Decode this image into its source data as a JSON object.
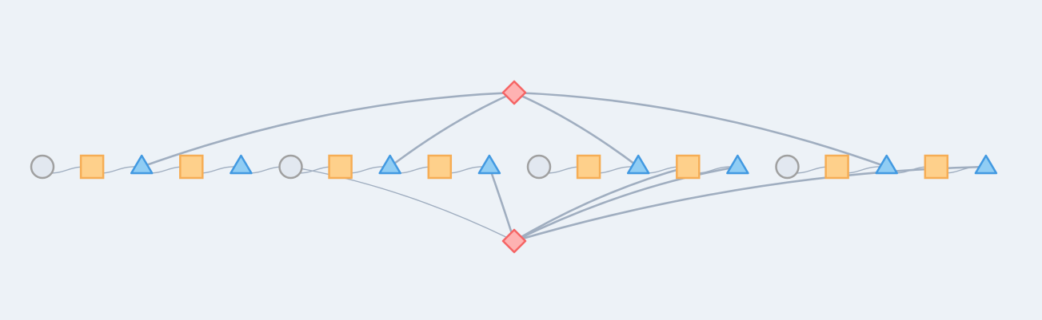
{
  "diagram": {
    "colors": {
      "background": "#edf2f7",
      "edge": "#a0aec0",
      "circle_fill": "#e2e8f0",
      "circle_stroke": "#a0a0a0",
      "square_fill": "#fed08b",
      "square_stroke": "#f6ad55",
      "triangle_fill": "#90cdf4",
      "triangle_stroke": "#4299e1",
      "diamond_fill": "#feb2b2",
      "diamond_stroke": "#f56565"
    },
    "chain_nodes": [
      {
        "id": "c1",
        "shape": "circle"
      },
      {
        "id": "s1",
        "shape": "square"
      },
      {
        "id": "t1",
        "shape": "triangle"
      },
      {
        "id": "s2",
        "shape": "square"
      },
      {
        "id": "t2",
        "shape": "triangle"
      },
      {
        "id": "c2",
        "shape": "circle"
      },
      {
        "id": "s3",
        "shape": "square"
      },
      {
        "id": "t3",
        "shape": "triangle"
      },
      {
        "id": "s4",
        "shape": "square"
      },
      {
        "id": "t4",
        "shape": "triangle"
      },
      {
        "id": "c3",
        "shape": "circle"
      },
      {
        "id": "s5",
        "shape": "square"
      },
      {
        "id": "t5",
        "shape": "triangle"
      },
      {
        "id": "s6",
        "shape": "square"
      },
      {
        "id": "t6",
        "shape": "triangle"
      },
      {
        "id": "c4",
        "shape": "circle"
      },
      {
        "id": "s7",
        "shape": "square"
      },
      {
        "id": "t7",
        "shape": "triangle"
      },
      {
        "id": "s8",
        "shape": "square"
      },
      {
        "id": "t8",
        "shape": "triangle"
      }
    ],
    "hub_nodes": [
      {
        "id": "top",
        "shape": "diamond"
      },
      {
        "id": "bottom",
        "shape": "diamond"
      }
    ],
    "edges": [
      {
        "from": "c1",
        "to": "s1",
        "weight": "thin"
      },
      {
        "from": "s1",
        "to": "t1",
        "weight": "thin"
      },
      {
        "from": "t1",
        "to": "s2",
        "weight": "thin"
      },
      {
        "from": "s2",
        "to": "t2",
        "weight": "thin"
      },
      {
        "from": "t2",
        "to": "c2",
        "weight": "thin"
      },
      {
        "from": "c2",
        "to": "s3",
        "weight": "thin"
      },
      {
        "from": "s3",
        "to": "t3",
        "weight": "thin"
      },
      {
        "from": "t3",
        "to": "s4",
        "weight": "thin"
      },
      {
        "from": "s4",
        "to": "t4",
        "weight": "thin"
      },
      {
        "from": "c3",
        "to": "s5",
        "weight": "thin"
      },
      {
        "from": "s5",
        "to": "t5",
        "weight": "thin"
      },
      {
        "from": "t5",
        "to": "s6",
        "weight": "thin"
      },
      {
        "from": "s6",
        "to": "t6",
        "weight": "thin"
      },
      {
        "from": "c4",
        "to": "s7",
        "weight": "thin"
      },
      {
        "from": "s7",
        "to": "t7",
        "weight": "thin"
      },
      {
        "from": "t7",
        "to": "s8",
        "weight": "thin"
      },
      {
        "from": "s8",
        "to": "t8",
        "weight": "thin"
      },
      {
        "from": "top",
        "to": "t1",
        "weight": "thick"
      },
      {
        "from": "top",
        "to": "t3",
        "weight": "thick"
      },
      {
        "from": "top",
        "to": "t5",
        "weight": "thick"
      },
      {
        "from": "top",
        "to": "t7",
        "weight": "thick"
      },
      {
        "from": "c2",
        "to": "bottom",
        "weight": "thin"
      },
      {
        "from": "t4",
        "to": "bottom",
        "weight": "thick"
      },
      {
        "from": "s6",
        "to": "bottom",
        "weight": "thick"
      },
      {
        "from": "t6",
        "to": "bottom",
        "weight": "thick"
      },
      {
        "from": "t8",
        "to": "bottom",
        "weight": "thick"
      }
    ]
  }
}
